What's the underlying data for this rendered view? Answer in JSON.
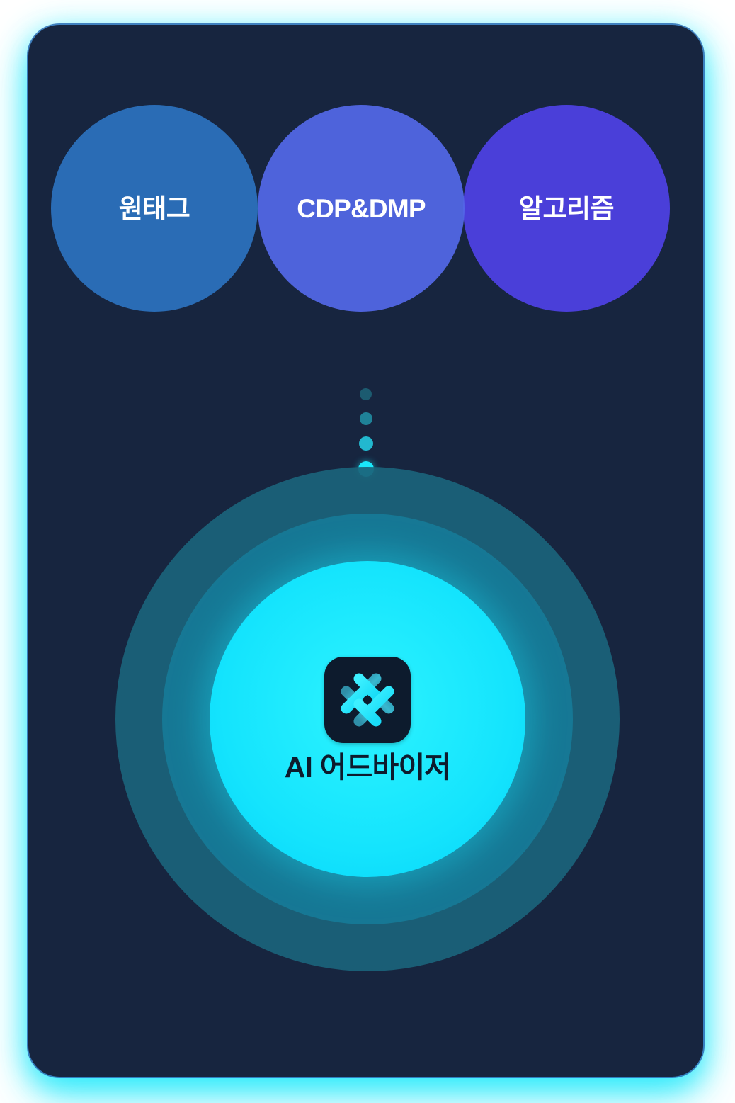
{
  "card": {
    "background_color": "#17253f",
    "glow_color": "#1de9fb"
  },
  "bubbles": [
    {
      "label": "원태그",
      "color": "#2a6cb5",
      "name": "bubble-onetag"
    },
    {
      "label": "CDP&DMP",
      "color": "#5468e8",
      "name": "bubble-cdp-dmp"
    },
    {
      "label": "알고리즘",
      "color": "#4a3fd9",
      "name": "bubble-algorithm"
    }
  ],
  "connector": {
    "dots": [
      {
        "color": "#1c5b70"
      },
      {
        "color": "#1f8298"
      },
      {
        "color": "#22b8cf"
      },
      {
        "color": "#1ae8fb"
      }
    ]
  },
  "orb": {
    "rings": [
      {
        "name": "outer-ring",
        "color": "#1a637a"
      },
      {
        "name": "mid-ring",
        "color": "#167b98"
      },
      {
        "name": "core",
        "color": "#14e4fd"
      }
    ],
    "logo": {
      "icon_name": "x-cross-logo-icon",
      "tile_color": "#0d1b2d",
      "bright_arm_color": "#27e3fb",
      "dim_arm_color": "#2a94ad"
    },
    "label": "AI 어드바이저",
    "label_color": "#0d1b2d"
  }
}
